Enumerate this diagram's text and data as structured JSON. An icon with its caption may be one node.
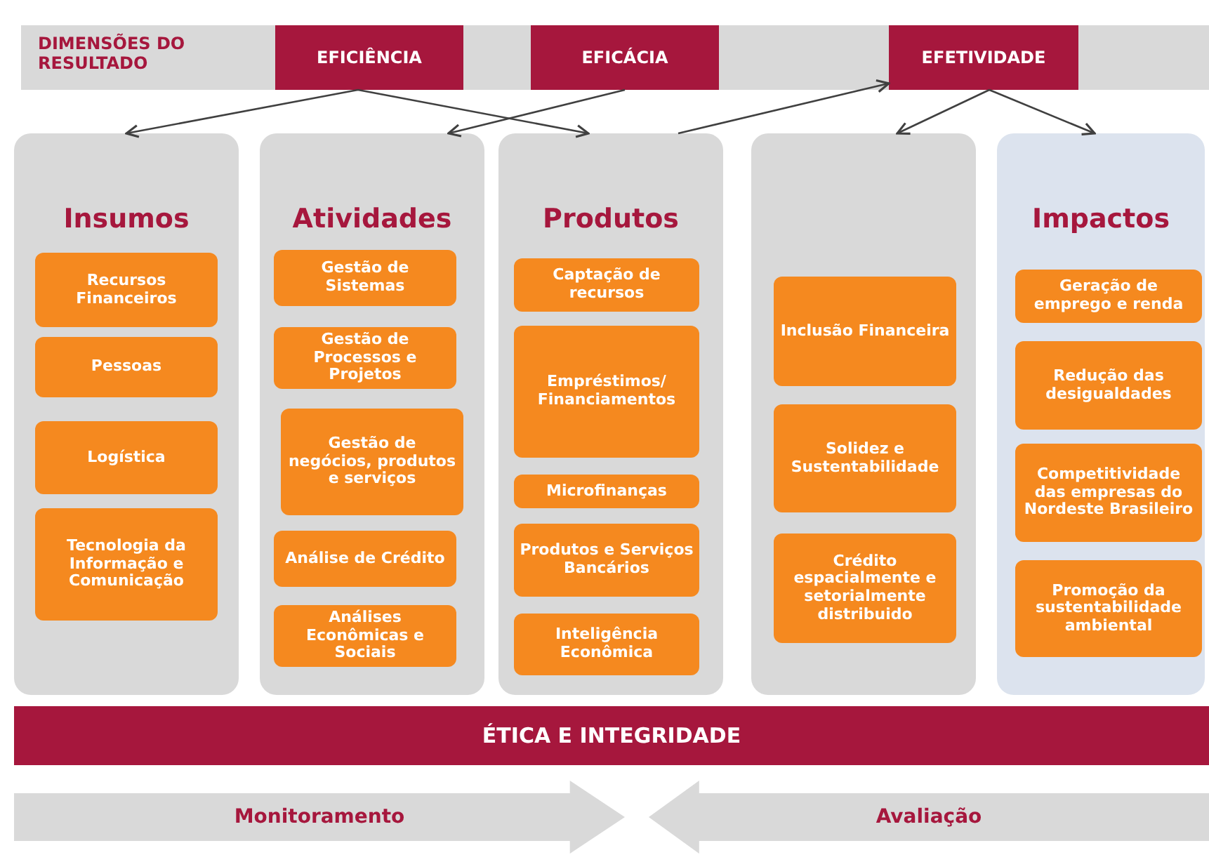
{
  "diagram": {
    "nodes": [
      {
        "text": [
          "DIMENSÕES DO RESULTADO"
        ]
      },
      {
        "text": [
          "EFICIÊNCIA"
        ],
        "in": 0
      },
      {
        "text": [
          "EFICÁCIA"
        ],
        "in": 0
      },
      {
        "text": [
          "EFETIVIDADE"
        ],
        "in": 0
      },
      {
        "text": [
          "Insumos"
        ]
      },
      {
        "text": [
          "Recursos Financeiros"
        ],
        "in": 4
      },
      {
        "text": [
          "Pessoas"
        ],
        "in": 4
      },
      {
        "text": [
          "Logística"
        ],
        "in": 4
      },
      {
        "text": [
          "Tecnologia da Informação e Comunicação"
        ],
        "in": 4
      },
      {
        "text": [
          "Atividades"
        ]
      },
      {
        "text": [
          "Gestão de Sistemas"
        ],
        "in": 9
      },
      {
        "text": [
          "Gestão de Processos e Projetos"
        ],
        "in": 9
      },
      {
        "text": [
          "Gestão de negócios, produtos e serviços"
        ],
        "in": 9
      },
      {
        "text": [
          "Análise de Crédito"
        ],
        "in": 9
      },
      {
        "text": [
          "Análises Econômicas e Sociais"
        ],
        "in": 9
      },
      {
        "text": [
          "Produtos"
        ]
      },
      {
        "text": [
          "Captação de recursos"
        ],
        "in": 15
      },
      {
        "text": [
          "Empréstimos/ Financiamentos"
        ],
        "in": 15
      },
      {
        "text": [
          "Microfinanças"
        ],
        "in": 15
      },
      {
        "text": [
          "Produtos e Serviços Bancários"
        ],
        "in": 15
      },
      {
        "text": [
          "Inteligência Econômica"
        ],
        "in": 15
      },
      {
        "text": [],
        "shape": "box"
      },
      {
        "text": [
          "Inclusão Financeira"
        ],
        "in": 21
      },
      {
        "text": [
          "Solidez e Sustentabilidade"
        ],
        "in": 21
      },
      {
        "text": [
          "Crédito espacialmente e setorialmente distribuido"
        ],
        "in": 21
      },
      {
        "text": [
          "Impactos"
        ]
      },
      {
        "text": [
          "Geração de emprego e renda"
        ],
        "in": 25
      },
      {
        "text": [
          "Redução das desigualdades"
        ],
        "in": 25
      },
      {
        "text": [
          "Competitividade das empresas do Nordeste Brasileiro"
        ],
        "in": 25
      },
      {
        "text": [
          "Promoção da sustentabilidade ambiental"
        ],
        "in": 25
      },
      {
        "text": [
          "ÉTICA E INTEGRIDADE"
        ]
      },
      {
        "text": [
          "Monitoramento"
        ]
      },
      {
        "text": [
          "Avaliação"
        ]
      }
    ],
    "edges": [
      {
        "from": 1,
        "to": 4,
        "arrow": "to"
      },
      {
        "from": 1,
        "to": 15,
        "arrow": "to"
      },
      {
        "from": 2,
        "to": 9,
        "arrow": "to"
      },
      {
        "from": 15,
        "to": 3,
        "arrow": "to"
      },
      {
        "from": 3,
        "to": 21,
        "arrow": "to"
      },
      {
        "from": 3,
        "to": 25,
        "arrow": "to"
      }
    ]
  }
}
